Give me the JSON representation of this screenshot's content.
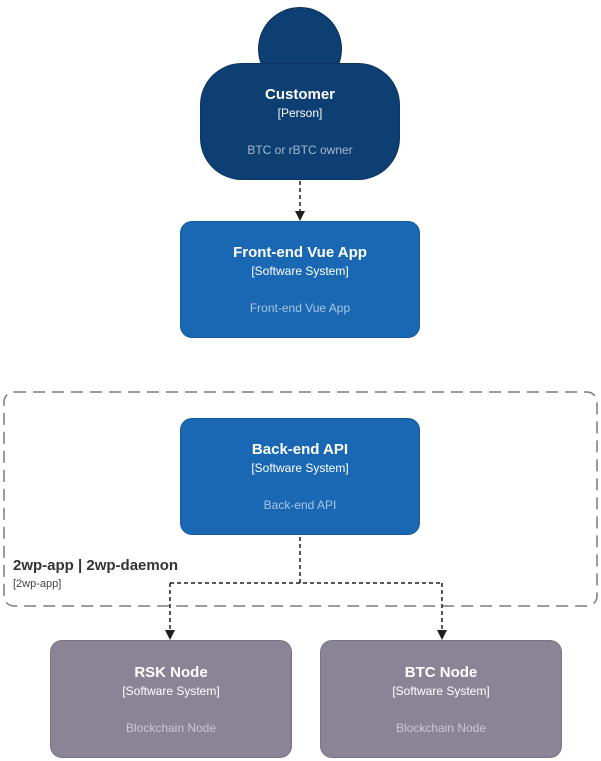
{
  "boundary": {
    "title": "2wp-app | 2wp-daemon",
    "subtitle": "[2wp-app]"
  },
  "nodes": {
    "customer": {
      "name": "Customer",
      "meta": "[Person]",
      "description": "BTC or rBTC owner"
    },
    "frontend": {
      "name": "Front-end Vue App",
      "meta": "[Software System]",
      "description": "Front-end Vue App"
    },
    "backend": {
      "name": "Back-end API",
      "meta": "[Software System]",
      "description": "Back-end API"
    },
    "rsk": {
      "name": "RSK Node",
      "meta": "[Software System]",
      "description": "Blockchain Node"
    },
    "btc": {
      "name": "BTC Node",
      "meta": "[Software System]",
      "description": "Blockchain Node"
    }
  },
  "colors": {
    "person_fill": "#0d3f73",
    "software_system_fill": "#1a67b3",
    "blockchain_node_fill": "#8a8496",
    "connector": "#1f1f1f",
    "boundary_border": "#7b7b7b",
    "background": "#ffffff"
  }
}
